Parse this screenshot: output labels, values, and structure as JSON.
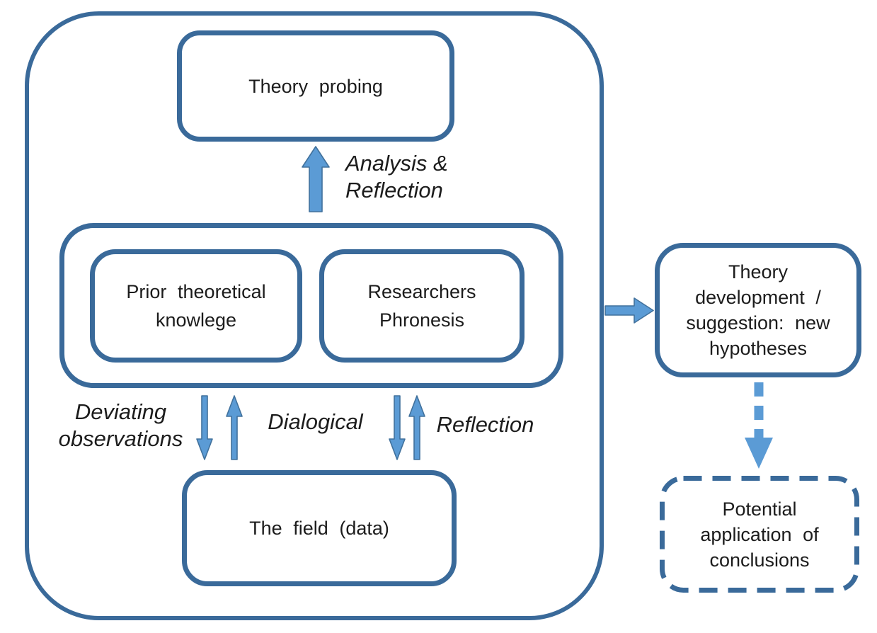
{
  "colors": {
    "border": "#3A6A9A",
    "arrow_fill": "#5B9BD5",
    "arrow_stroke": "#41719C",
    "text": "#1C1C1C"
  },
  "cycle": {
    "theory_probing_label": "Theory probing",
    "analysis_reflection_lines": [
      "Analysis &",
      "Reflection"
    ],
    "prior_knowledge_lines": [
      "Prior theoretical",
      "knowlege"
    ],
    "researchers_phronesis_lines": [
      "Researchers",
      "Phronesis"
    ],
    "deviating_observations_lines": [
      "Deviating",
      "observations"
    ],
    "dialogical_label": "Dialogical",
    "reflection_label": "Reflection",
    "field_label": "The field (data)"
  },
  "outputs": {
    "theory_development_lines": [
      "Theory",
      "development /",
      "suggestion: new",
      "hypotheses"
    ],
    "potential_application_lines": [
      "Potential",
      "application of",
      "conclusions"
    ]
  }
}
